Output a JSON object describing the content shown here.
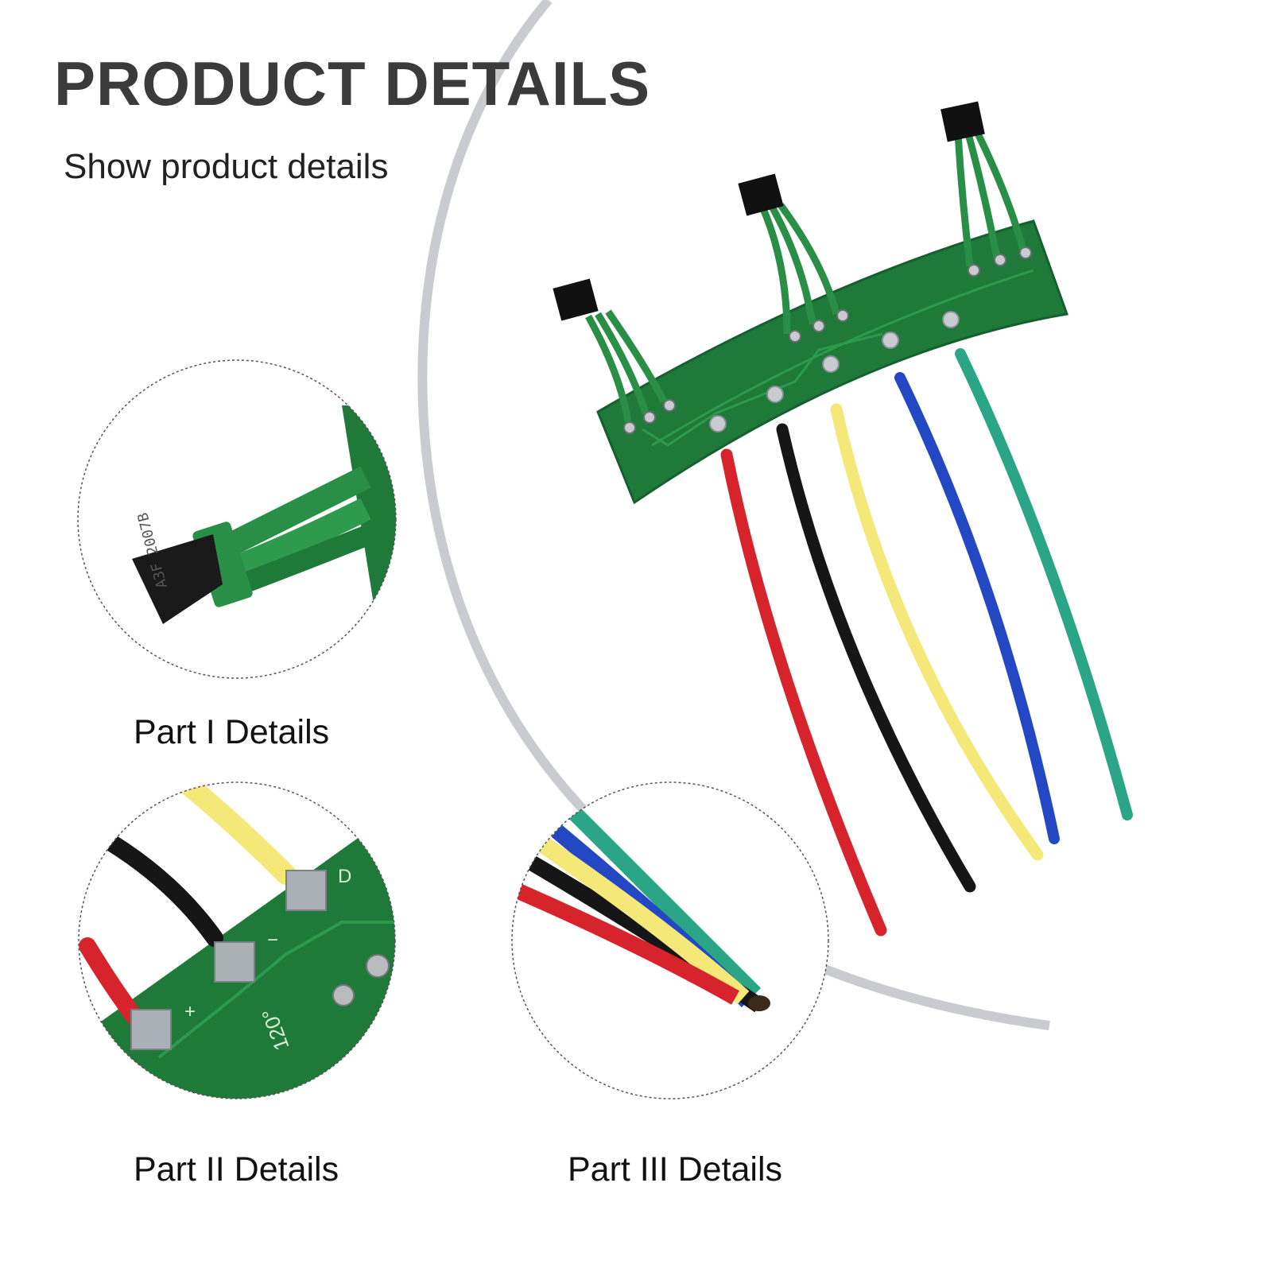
{
  "page": {
    "title": "PRODUCT DETAILS",
    "subtitle": "Show product details"
  },
  "details": [
    {
      "caption": "Part I Details"
    },
    {
      "caption": "Part II Details"
    },
    {
      "caption": "Part III Details"
    }
  ],
  "board_markings": {
    "plus": "+",
    "minus": "−",
    "letter": "D",
    "angle": "120°",
    "chip_text": "A3F 2007B"
  },
  "colors": {
    "pcb_green": "#1f7a3a",
    "wire_red": "#d7232b",
    "wire_black": "#161616",
    "wire_yellow": "#f4e878",
    "wire_blue": "#2448c4",
    "wire_teal": "#2aa585",
    "arc_gray": "#c9cbd0"
  }
}
